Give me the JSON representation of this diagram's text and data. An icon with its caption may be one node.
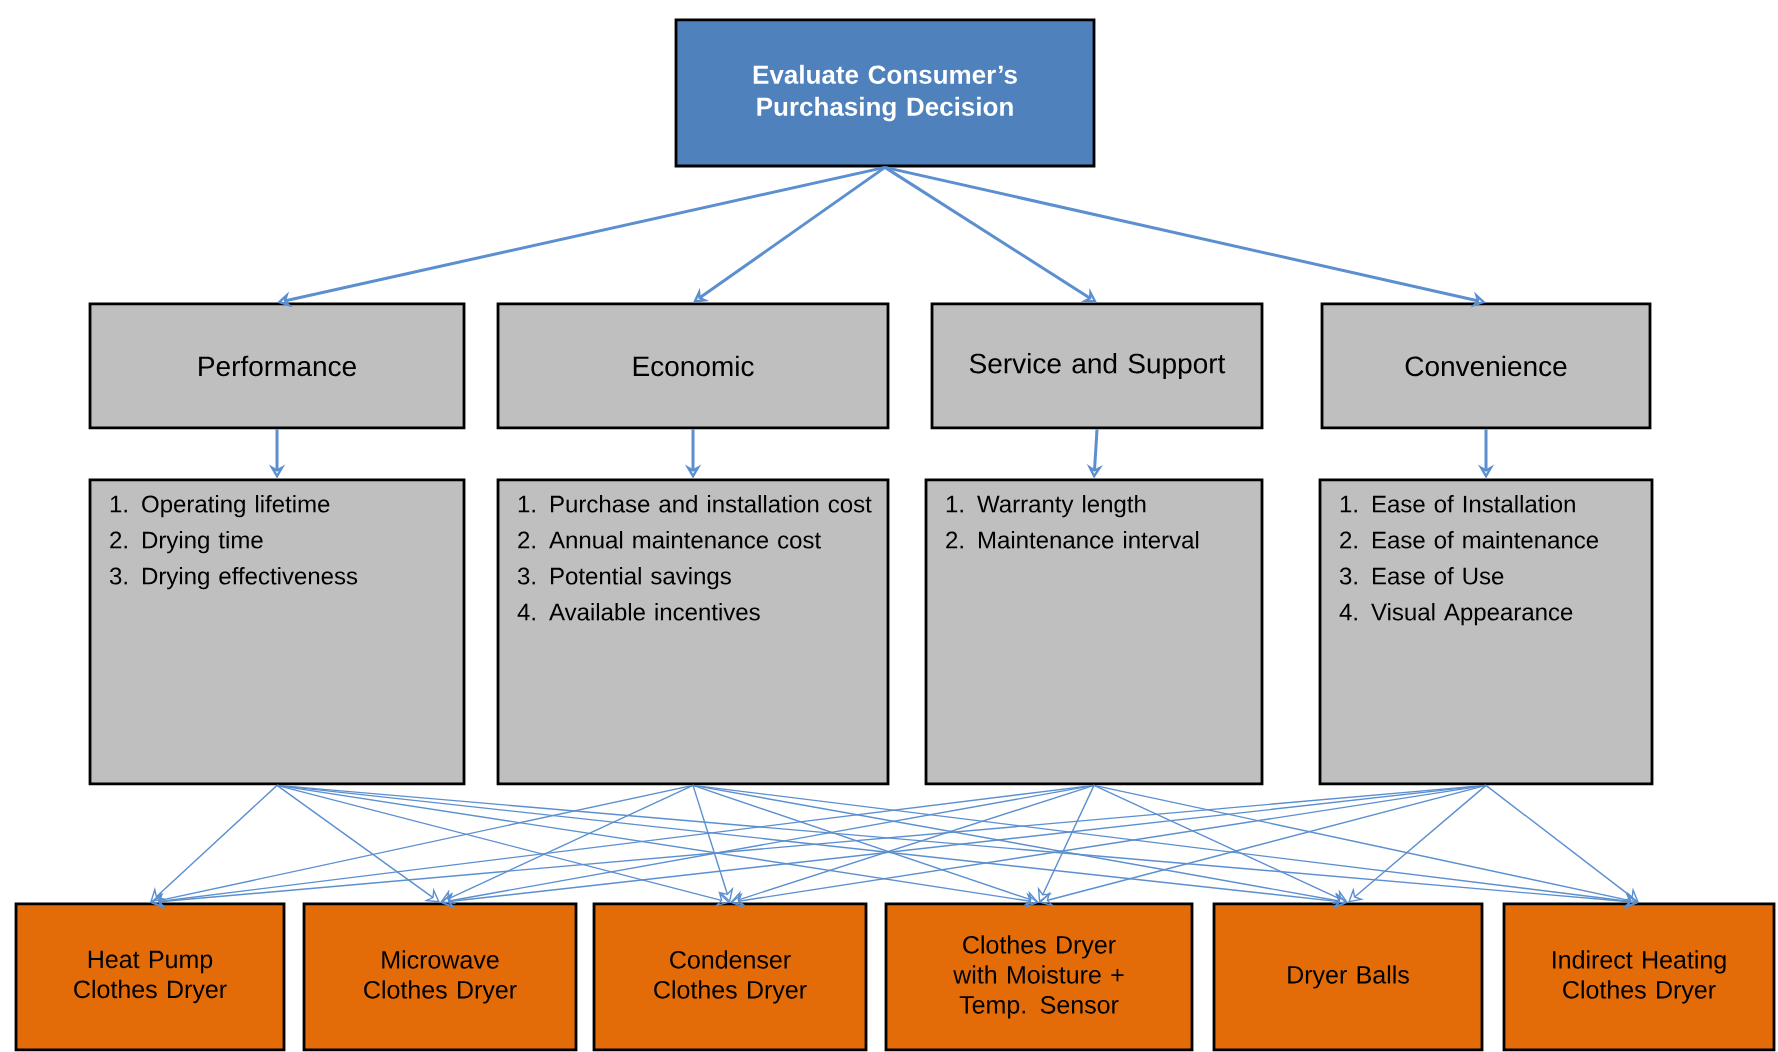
{
  "diagram": {
    "nodes": [
      {
        "text": [
          "Evaluate Consumer’s Purchasing Decision"
        ]
      },
      {
        "text": [
          "Performance"
        ]
      },
      {
        "text": [
          "Economic"
        ]
      },
      {
        "text": [
          "Service and Support"
        ]
      },
      {
        "text": [
          "Convenience"
        ]
      },
      {
        "text": [
          "1. Operating lifetime",
          "2. Drying time",
          "3. Drying effectiveness"
        ]
      },
      {
        "text": [
          "1. Purchase and installation cost",
          "2. Annual maintenance cost",
          "3. Potential savings",
          "4. Available incentives"
        ]
      },
      {
        "text": [
          "1. Warranty length",
          "2. Maintenance interval"
        ]
      },
      {
        "text": [
          "1. Ease of Installation",
          "2. Ease of maintenance",
          "3. Ease of Use",
          "4. Visual Appearance"
        ]
      },
      {
        "text": [
          "Heat Pump Clothes Dryer"
        ]
      },
      {
        "text": [
          "Microwave Clothes Dryer"
        ]
      },
      {
        "text": [
          "Condenser Clothes Dryer"
        ]
      },
      {
        "text": [
          "Clothes Dryer with Moisture + Temp. Sensor"
        ]
      },
      {
        "text": [
          "Dryer Balls"
        ]
      },
      {
        "text": [
          "Indirect Heating Clothes Dryer"
        ]
      }
    ],
    "edges": [
      {
        "from": 0,
        "to": 1,
        "arrow": "to"
      },
      {
        "from": 0,
        "to": 2,
        "arrow": "to"
      },
      {
        "from": 0,
        "to": 3,
        "arrow": "to"
      },
      {
        "from": 0,
        "to": 4,
        "arrow": "to"
      },
      {
        "from": 1,
        "to": 5,
        "arrow": "to"
      },
      {
        "from": 2,
        "to": 6,
        "arrow": "to"
      },
      {
        "from": 3,
        "to": 7,
        "arrow": "to"
      },
      {
        "from": 4,
        "to": 8,
        "arrow": "to"
      },
      {
        "from": 5,
        "to": 9,
        "arrow": "to"
      },
      {
        "from": 5,
        "to": 10,
        "arrow": "to"
      },
      {
        "from": 5,
        "to": 11,
        "arrow": "to"
      },
      {
        "from": 5,
        "to": 12,
        "arrow": "to"
      },
      {
        "from": 5,
        "to": 13,
        "arrow": "to"
      },
      {
        "from": 5,
        "to": 14,
        "arrow": "to"
      },
      {
        "from": 6,
        "to": 9,
        "arrow": "to"
      },
      {
        "from": 6,
        "to": 10,
        "arrow": "to"
      },
      {
        "from": 6,
        "to": 11,
        "arrow": "to"
      },
      {
        "from": 6,
        "to": 12,
        "arrow": "to"
      },
      {
        "from": 6,
        "to": 13,
        "arrow": "to"
      },
      {
        "from": 6,
        "to": 14,
        "arrow": "to"
      },
      {
        "from": 7,
        "to": 9,
        "arrow": "to"
      },
      {
        "from": 7,
        "to": 10,
        "arrow": "to"
      },
      {
        "from": 7,
        "to": 11,
        "arrow": "to"
      },
      {
        "from": 7,
        "to": 12,
        "arrow": "to"
      },
      {
        "from": 7,
        "to": 13,
        "arrow": "to"
      },
      {
        "from": 7,
        "to": 14,
        "arrow": "to"
      },
      {
        "from": 8,
        "to": 9,
        "arrow": "to"
      },
      {
        "from": 8,
        "to": 10,
        "arrow": "to"
      },
      {
        "from": 8,
        "to": 11,
        "arrow": "to"
      },
      {
        "from": 8,
        "to": 12,
        "arrow": "to"
      },
      {
        "from": 8,
        "to": 13,
        "arrow": "to"
      },
      {
        "from": 8,
        "to": 14,
        "arrow": "to"
      }
    ]
  }
}
